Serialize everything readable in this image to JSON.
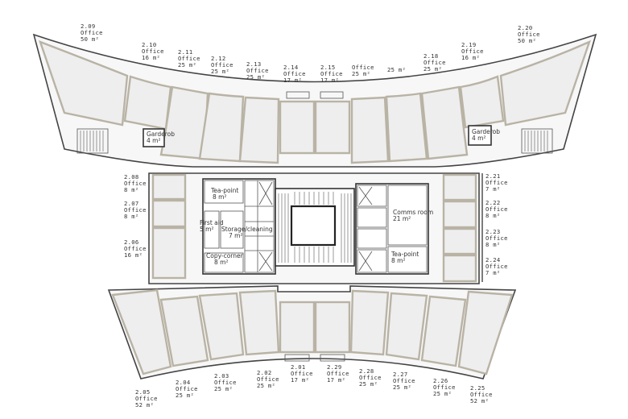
{
  "plan": {
    "type": "floor-plan",
    "level": "2",
    "north_wing_offices": [
      {
        "id": "2.09",
        "use": "Office",
        "area": "50 m²"
      },
      {
        "id": "2.10",
        "use": "Office",
        "area": "16 m²"
      },
      {
        "id": "2.11",
        "use": "Office",
        "area": "25 m²"
      },
      {
        "id": "2.12",
        "use": "Office",
        "area": "25 m²"
      },
      {
        "id": "2.13",
        "use": "Office",
        "area": "25 m²"
      },
      {
        "id": "2.14",
        "use": "Office",
        "area": "17 m²"
      },
      {
        "id": "2.15",
        "use": "Office",
        "area": "17 m²"
      },
      {
        "id": "",
        "use": "Office",
        "area": "25 m²"
      },
      {
        "id": "",
        "use": "",
        "area": "25 m²"
      },
      {
        "id": "2.18",
        "use": "Office",
        "area": "25 m²"
      },
      {
        "id": "2.19",
        "use": "Office",
        "area": "16 m²"
      },
      {
        "id": "2.20",
        "use": "Office",
        "area": "50 m²"
      }
    ],
    "west_offices": [
      {
        "id": "2.08",
        "use": "Office",
        "area": "8 m²"
      },
      {
        "id": "2.07",
        "use": "Office",
        "area": "8 m²"
      },
      {
        "id": "2.06",
        "use": "Office",
        "area": "16 m²"
      }
    ],
    "east_offices": [
      {
        "id": "2.21",
        "use": "Office",
        "area": "7 m²"
      },
      {
        "id": "2.22",
        "use": "Office",
        "area": "8 m²"
      },
      {
        "id": "2.23",
        "use": "Office",
        "area": "8 m²"
      },
      {
        "id": "2.24",
        "use": "Office",
        "area": "7 m²"
      }
    ],
    "south_wing_offices": [
      {
        "id": "2.05",
        "use": "Office",
        "area": "52 m²"
      },
      {
        "id": "2.04",
        "use": "Office",
        "area": "25 m²"
      },
      {
        "id": "2.03",
        "use": "Office",
        "area": "25 m²"
      },
      {
        "id": "2.02",
        "use": "Office",
        "area": "25 m²"
      },
      {
        "id": "2.01",
        "use": "Office",
        "area": "17 m²"
      },
      {
        "id": "2.29",
        "use": "Office",
        "area": "17 m²"
      },
      {
        "id": "2.28",
        "use": "Office",
        "area": "25 m²"
      },
      {
        "id": "2.27",
        "use": "Office",
        "area": "25 m²"
      },
      {
        "id": "2.26",
        "use": "Office",
        "area": "25 m²"
      },
      {
        "id": "2.25",
        "use": "Office",
        "area": "52 m²"
      }
    ],
    "service_rooms": {
      "garderobe_west": {
        "name": "Garderob",
        "area": "4 m²"
      },
      "garderobe_east": {
        "name": "Garderob",
        "area": "4 m²"
      },
      "tea_point_west": {
        "name": "Tea-point",
        "area": "8 m²"
      },
      "first_aid": {
        "name": "First aid",
        "area": "5 m²"
      },
      "storage": {
        "name": "Storage/cleaning",
        "area": "7 m²"
      },
      "copy_corner": {
        "name": "Copy-corner",
        "area": "8 m²"
      },
      "comms_room": {
        "name": "Comms room",
        "area": "21 m²"
      },
      "tea_point_east": {
        "name": "Tea-point",
        "area": "8 m²"
      }
    },
    "colors": {
      "office_fill": "#eeeeee",
      "partition": "#b9b3a5",
      "wall": "#444444",
      "background": "#ffffff"
    }
  }
}
